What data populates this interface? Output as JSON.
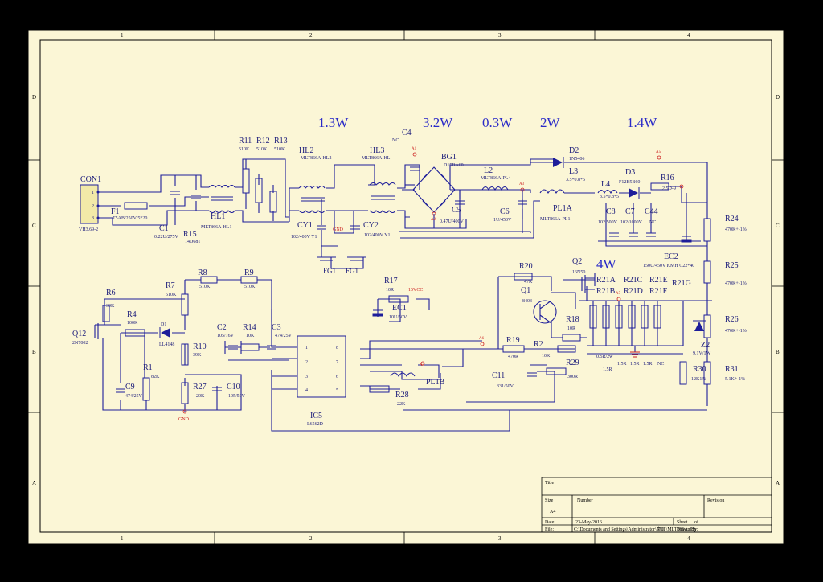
{
  "frame": {
    "columns": [
      "1",
      "2",
      "3",
      "4"
    ],
    "rows": [
      "D",
      "C",
      "B",
      "A"
    ],
    "background": "#fbf6d6",
    "wire_color": "#1d1d9a"
  },
  "power_labels": [
    "1.3W",
    "3.2W",
    "0.3W",
    "2W",
    "1.4W",
    "4W"
  ],
  "components": {
    "con1": "CON1",
    "con1_pins": [
      "1",
      "2",
      "3"
    ],
    "con1_part": "VH3.69-2",
    "f1": "F1",
    "f1_val": "T5AB/250V 5*20",
    "c1": "C1",
    "c1_val": "0.22U/275V",
    "hl1": "HL1",
    "hl1_val": "MLT866A-HL1",
    "r15": "R15",
    "r15_val": "14D681",
    "r11": "R11",
    "r11_val": "510K",
    "r12": "R12",
    "r12_val": "510K",
    "r13": "R13",
    "r13_val": "510K",
    "hl2": "HL2",
    "hl2_val": "MLT866A-HL2",
    "hl3": "HL3",
    "hl3_val": "MLT866A-HL",
    "cy1": "CY1",
    "cy1_val": "102/400V Y1",
    "cy2": "CY2",
    "cy2_val": "102/400V Y1",
    "fg1": "FG1",
    "fg2": "FG1",
    "gnd_label": "GND",
    "c4": "C4",
    "c4_nc": "NC",
    "bg1": "BG1",
    "bg1_val": "D15BA60",
    "c5": "C5",
    "c5_val": "0.47U/400V",
    "l2": "L2",
    "l2_val": "MLT866A-PL4",
    "c6": "C6",
    "c6_val": "1U/450V",
    "d2": "D2",
    "d2_val": "1N5406",
    "l3": "L3",
    "l3_val": "3.5*0.8*5",
    "pl1a": "PL1A",
    "pl1a_val": "MLT866A-PL1",
    "l4": "L4",
    "l4_val": "3.5*0.8*5",
    "d3": "D3",
    "d3_val": "F12B5B60",
    "r16": "R16",
    "r16_val": "2.5D-9",
    "c8": "C8",
    "c8_val": "102/500V",
    "c7": "C7",
    "c7_val": "102/1000V",
    "c44": "C44",
    "c44_val": "NC",
    "ec2": "EC2",
    "ec2_val": "150U/450V KMH C22*40",
    "r24": "R24",
    "r24_val": "470K+-1%",
    "r25": "R25",
    "r25_val": "470K+-1%",
    "r26": "R26",
    "r26_val": "470K+-1%",
    "r31": "R31",
    "r31_val": "5.1K+-1%",
    "r30": "R30",
    "r30_val": "12K1%",
    "z2": "Z2",
    "z2_val": "9.1V/1W",
    "r20": "R20",
    "r20_val": "47K",
    "q2": "Q2",
    "q2_val": "16N50",
    "q1": "Q1",
    "q1_val": "8403",
    "r18": "R18",
    "r18_val": "10R",
    "r19": "R19",
    "r19_val": "470R",
    "r2": "R2",
    "r2_val": "10K",
    "r29": "R29",
    "r29_val": "300R",
    "r21a": "R21A",
    "r21b": "R21B",
    "r21c": "R21C",
    "r21d": "R21D",
    "r21e": "R21E",
    "r21f": "R21F",
    "r21g": "R21G",
    "r21a_val": "0.5R/2w",
    "r21b_val": "1.5R",
    "r21c_val": "1.5R",
    "r21d_val": "1.5R",
    "r21e_val": "1.5R",
    "r21f_val": "NC",
    "c11": "C11",
    "c11_val": "331/50V",
    "pl1b": "PL1B",
    "r17": "R17",
    "r17_val": "10R",
    "ec1": "EC1",
    "ec1_val": "10U/50V",
    "vcc": "15VCC",
    "r28": "R28",
    "r28_val": "22K",
    "ic5": "IC5",
    "ic5_val": "L6562D",
    "ic5_pins": [
      "1",
      "2",
      "3",
      "4",
      "8",
      "7",
      "6",
      "5"
    ],
    "c3": "C3",
    "c3_val": "474/25V",
    "c2": "C2",
    "c2_val": "105/16V",
    "r14": "R14",
    "r14_val": "10K",
    "r8": "R8",
    "r8_val": "510K",
    "r9": "R9",
    "r9_val": "510K",
    "r7": "R7",
    "r7_val": "510K",
    "r6": "R6",
    "r6_val": "39K",
    "r4": "R4",
    "r4_val": "100K",
    "d1": "D1",
    "d1_val": "LL4148",
    "q12": "Q12",
    "q12_val": "2N7002",
    "r10": "R10",
    "r10_val": "39K",
    "r1": "R1",
    "r1_val": "82K",
    "c9": "C9",
    "c9_val": "474/25V",
    "r27": "R27",
    "r27_val": "20K",
    "c10": "C10",
    "c10_val": "105/50V",
    "gnd2": "GND",
    "a1": "A1",
    "a2": "A2",
    "a3": "A3",
    "a4": "A4",
    "a5": "A5",
    "a6": "A6",
    "a7": "A7",
    "a8": "A8",
    "pin4": "4",
    "pin3": "3",
    "pin1": "1",
    "pin2": "2",
    "pin5": "5",
    "pin6": "6"
  },
  "title_block": {
    "title_label": "Title",
    "size_label": "Size",
    "size_val": "A4",
    "number_label": "Number",
    "revision_label": "Revision",
    "date_label": "Date:",
    "date_val": "23-May-2016",
    "sheet_label": "Sheet",
    "sheet_of": "of",
    "file_label": "File:",
    "file_val": "C:\\Documents and Settings\\Administrator\\桌面\\MLT866A.ddb",
    "drawn_label": "Drawn By:"
  }
}
